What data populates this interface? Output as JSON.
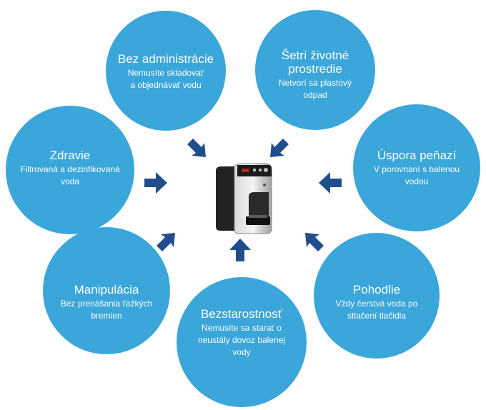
{
  "benefits": [
    {
      "title": "Bez administrácie",
      "desc": "Nemusíte skladovať a objednávať vodu"
    },
    {
      "title": "Šetrí životné prostredie",
      "desc": "Netvorí sa plastový odpad"
    },
    {
      "title": "Zdravie",
      "desc": "Filtrovaná a dezinfikovaná voda"
    },
    {
      "title": "Úspora peňazí",
      "desc": "V porovnaní s balenou vodou"
    },
    {
      "title": "Manipulácia",
      "desc": "Bez prenášania ťažkých bremien"
    },
    {
      "title": "Bezstarostnosť",
      "desc": "Nemusíte sa starať o neustály dovoz balenej vody"
    },
    {
      "title": "Pohodlie",
      "desc": "Vždy čerstvá voda po stlačení tlačidla"
    }
  ],
  "colors": {
    "circle": "#3aa6d9",
    "arrow": "#1f4e8c"
  },
  "device_icon": "water-dispenser-icon"
}
